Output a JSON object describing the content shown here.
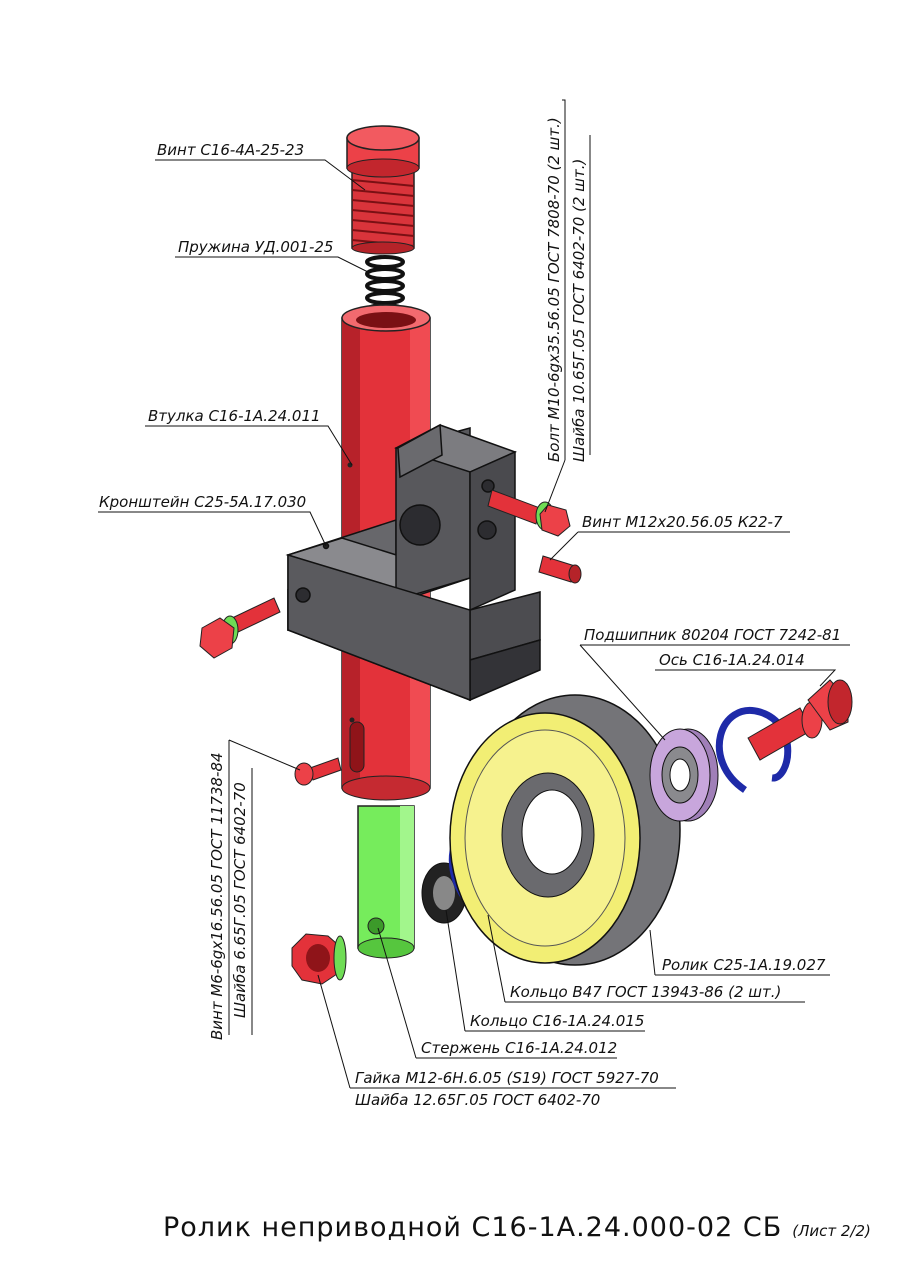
{
  "labels": {
    "vint_top": "Винт С16-4А-25-23",
    "spring": "Пружина УД.001-25",
    "bushing": "Втулка С16-1А.24.011",
    "bracket": "Кронштейн С25-5А.17.030",
    "bolt_m10": "Болт М10-6gх35.56.05 ГОСТ 7808-70 (2 шт.)",
    "washer_10": "Шайба 10.65Г.05 ГОСТ 6402-70 (2 шт.)",
    "vint_m12": "Винт М12х20.56.05 К22-7",
    "bearing": "Подшипник 80204 ГОСТ 7242-81",
    "axle": "Ось С16-1А.24.014",
    "vint_m6": "Винт М6-6gх16.56.05 ГОСТ 11738-84",
    "washer_6": "Шайба 6.65Г.05 ГОСТ 6402-70",
    "roller": "Ролик С25-1А.19.027",
    "ring_b47": "Кольцо В47 ГОСТ 13943-86 (2 шт.)",
    "ring_015": "Кольцо С16-1А.24.015",
    "rod": "Стержень С16-1А.24.012",
    "nut": "Гайка М12-6Н.6.05 (S19) ГОСТ 5927-70",
    "washer_12": "Шайба 12.65Г.05 ГОСТ 6402-70"
  },
  "title": "Ролик неприводной  С16-1А.24.000-02 СБ",
  "sheet_note": "(Лист 2/2)",
  "colors": {
    "red": "#e8323a",
    "red_dark": "#a3161c",
    "gray": "#6e6e72",
    "gray_dark": "#3c3c40",
    "green": "#7cf062",
    "yellow": "#f4f07a",
    "blue": "#1e2aa8",
    "violet": "#c8a6dc",
    "black": "#111111"
  }
}
